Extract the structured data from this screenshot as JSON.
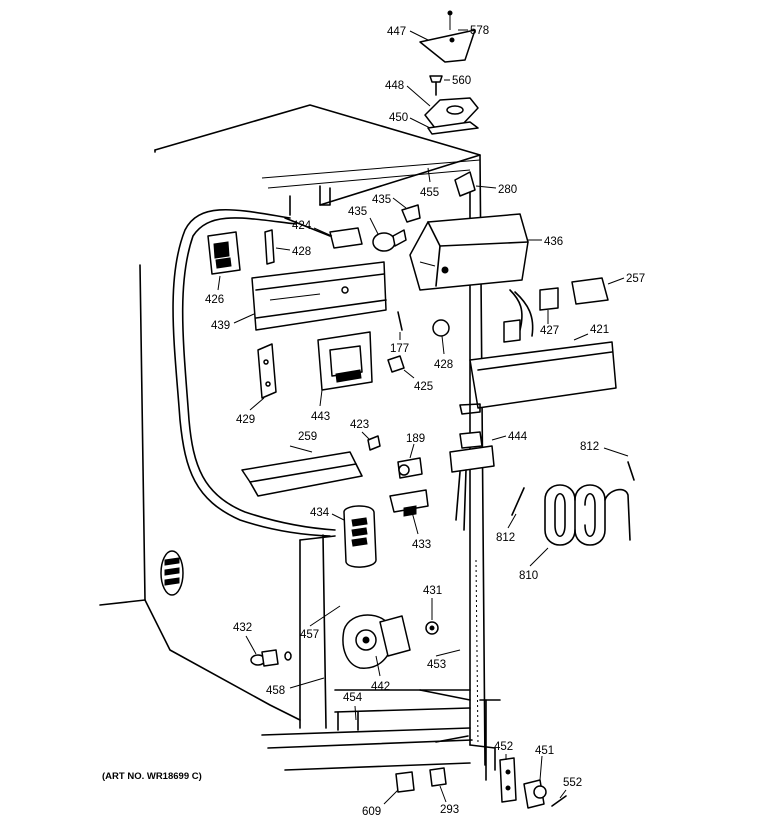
{
  "art_number": "(ART NO. WR18699 C)",
  "parts": [
    {
      "id": "p578",
      "label": "578"
    },
    {
      "id": "p447",
      "label": "447"
    },
    {
      "id": "p560",
      "label": "560"
    },
    {
      "id": "p448",
      "label": "448"
    },
    {
      "id": "p450",
      "label": "450"
    },
    {
      "id": "p455",
      "label": "455"
    },
    {
      "id": "p280",
      "label": "280"
    },
    {
      "id": "p435a",
      "label": "435"
    },
    {
      "id": "p435b",
      "label": "435"
    },
    {
      "id": "p424",
      "label": "424"
    },
    {
      "id": "p428a",
      "label": "428"
    },
    {
      "id": "p436",
      "label": "436"
    },
    {
      "id": "p426",
      "label": "426"
    },
    {
      "id": "p257",
      "label": "257"
    },
    {
      "id": "p439",
      "label": "439"
    },
    {
      "id": "p427",
      "label": "427"
    },
    {
      "id": "p421",
      "label": "421"
    },
    {
      "id": "p177",
      "label": "177"
    },
    {
      "id": "p428b",
      "label": "428"
    },
    {
      "id": "p425",
      "label": "425"
    },
    {
      "id": "p429",
      "label": "429"
    },
    {
      "id": "p443",
      "label": "443"
    },
    {
      "id": "p423",
      "label": "423"
    },
    {
      "id": "p189",
      "label": "189"
    },
    {
      "id": "p444",
      "label": "444"
    },
    {
      "id": "p812a",
      "label": "812"
    },
    {
      "id": "p259",
      "label": "259"
    },
    {
      "id": "p434",
      "label": "434"
    },
    {
      "id": "p433",
      "label": "433"
    },
    {
      "id": "p812b",
      "label": "812"
    },
    {
      "id": "p810",
      "label": "810"
    },
    {
      "id": "p431",
      "label": "431"
    },
    {
      "id": "p432",
      "label": "432"
    },
    {
      "id": "p457",
      "label": "457"
    },
    {
      "id": "p453",
      "label": "453"
    },
    {
      "id": "p442",
      "label": "442"
    },
    {
      "id": "p458",
      "label": "458"
    },
    {
      "id": "p454",
      "label": "454"
    },
    {
      "id": "p452",
      "label": "452"
    },
    {
      "id": "p451",
      "label": "451"
    },
    {
      "id": "p552",
      "label": "552"
    },
    {
      "id": "p609",
      "label": "609"
    },
    {
      "id": "p293",
      "label": "293"
    }
  ]
}
